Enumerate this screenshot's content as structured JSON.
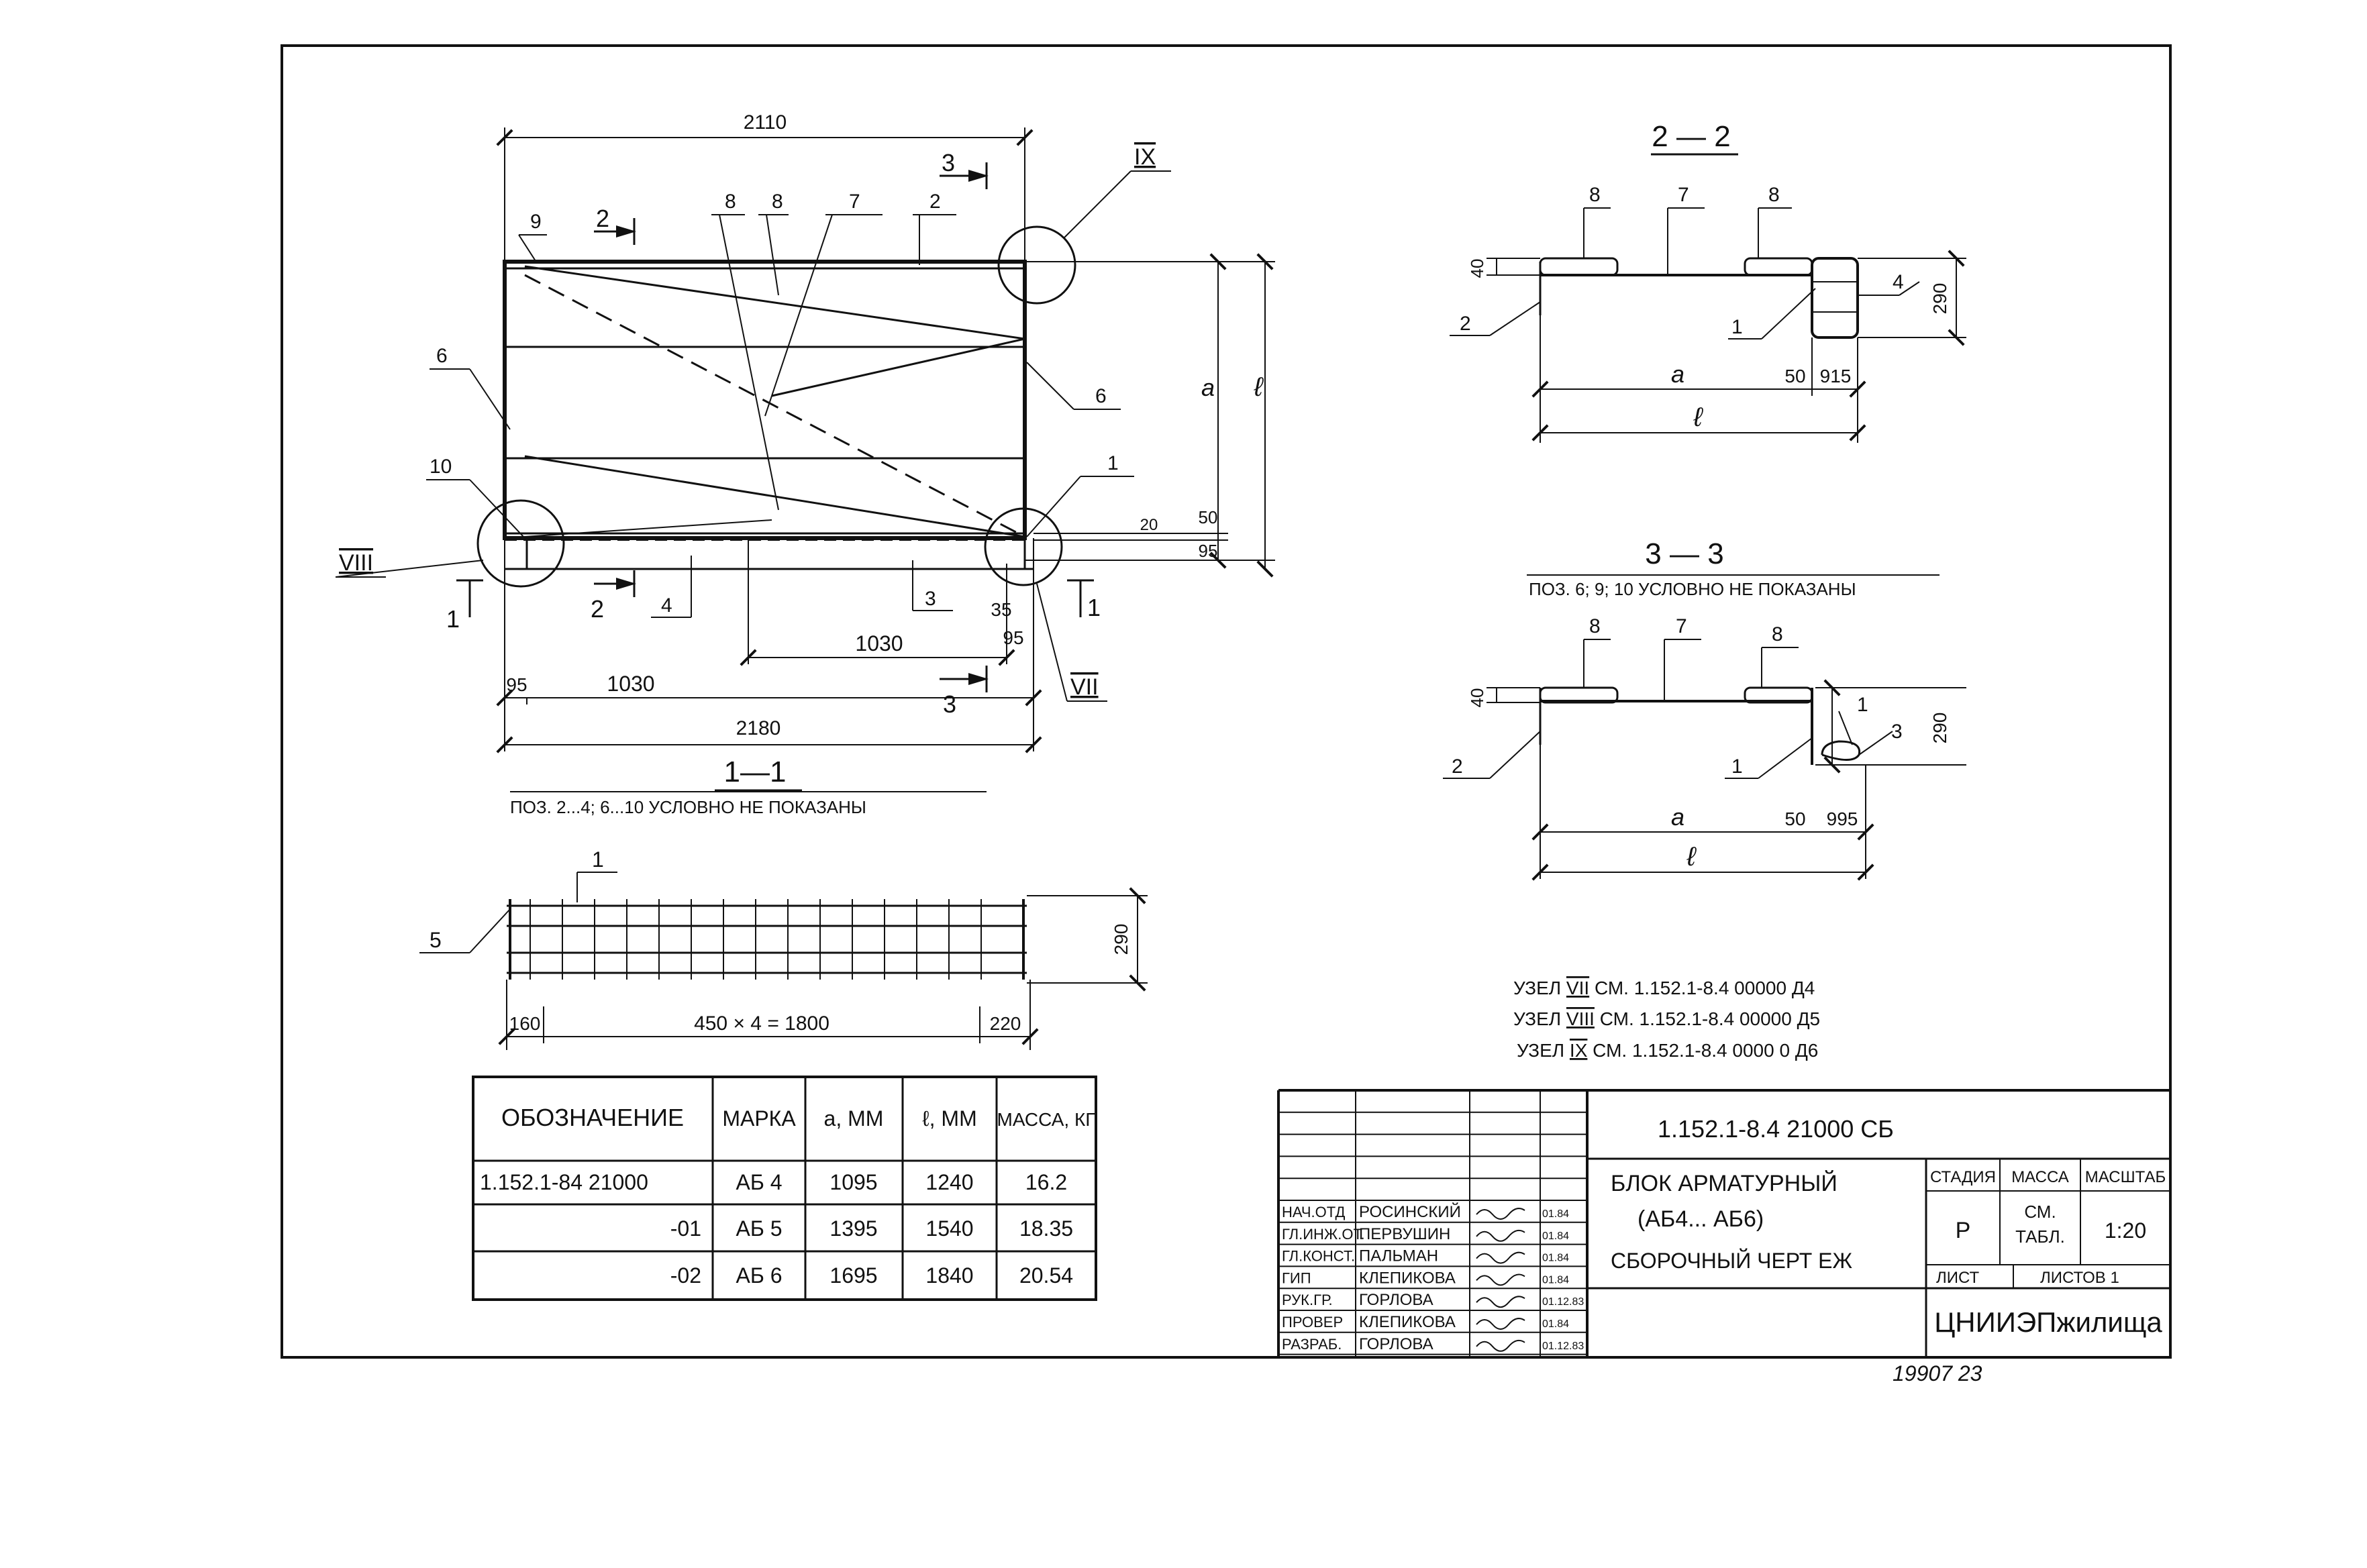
{
  "top_view": {
    "dim_top": "2110",
    "dim_bottom_total": "2180",
    "dim_1030_left": "1030",
    "dim_1030_right": "1030",
    "dim_95_left": "95",
    "dim_95_right": "95",
    "dim_35": "35",
    "dim_a": "a",
    "dim_l": "ℓ",
    "dim_50": "50",
    "dim_95_side": "95",
    "dim_20": "20",
    "node_IX": "IX",
    "node_VIII": "VIII",
    "node_VII": "VII",
    "pos_labels": [
      "9",
      "2",
      "8",
      "8",
      "7",
      "2",
      "6",
      "6",
      "10",
      "1",
      "4",
      "3"
    ],
    "cut_2_top": "2",
    "cut_3_top": "3",
    "cut_2_bottom": "2",
    "cut_3_bottom": "3",
    "cut_1_left": "1",
    "cut_1_right": "1"
  },
  "section_1_1": {
    "title": "1—1",
    "note": "ПОЗ. 2...4; 6...10 УСЛОВНО НЕ ПОКАЗАНЫ",
    "pos_1": "1",
    "pos_5": "5",
    "dim_290": "290",
    "dim_160": "160",
    "dim_mid": "450 × 4 = 1800",
    "dim_220": "220"
  },
  "section_2_2": {
    "title": "2 — 2",
    "labels": [
      "8",
      "7",
      "8",
      "2",
      "1",
      "4"
    ],
    "dim_40": "40",
    "dim_290": "290",
    "dim_a": "a",
    "dim_50": "50",
    "dim_915": "915",
    "dim_l": "ℓ"
  },
  "section_3_3": {
    "title": "3 — 3",
    "note": "ПОЗ. 6; 9; 10 УСЛОВНО НЕ ПОКАЗАНЫ",
    "labels": [
      "8",
      "7",
      "8",
      "2",
      "1",
      "1",
      "3"
    ],
    "dim_40": "40",
    "dim_290": "290",
    "dim_a": "a",
    "dim_50": "50",
    "dim_995": "995",
    "dim_l": "ℓ"
  },
  "node_refs": [
    {
      "label": "УЗЕЛ",
      "node": "VII",
      "text": "СМ. 1.152.1-8.4 00000 Д4"
    },
    {
      "label": "УЗЕЛ",
      "node": "VIII",
      "text": "СМ. 1.152.1-8.4 00000 Д5"
    },
    {
      "label": "УЗЕЛ",
      "node": "IX",
      "text": "СМ. 1.152.1-8.4 0000 0 Д6"
    }
  ],
  "spec_table": {
    "headers": [
      "ОБОЗНАЧЕНИЕ",
      "МАРКА",
      "a, ММ",
      "ℓ, ММ",
      "МАССА, КГ"
    ],
    "rows": [
      [
        "1.152.1-84 21000",
        "АБ 4",
        "1095",
        "1240",
        "16.2"
      ],
      [
        "-01",
        "АБ 5",
        "1395",
        "1540",
        "18.35"
      ],
      [
        "-02",
        "АБ 6",
        "1695",
        "1840",
        "20.54"
      ]
    ]
  },
  "title_block": {
    "code": "1.152.1-8.4   21000 СБ",
    "name_line1": "БЛОК АРМАТУРНЫЙ",
    "name_line2": "(АБ4... АБ6)",
    "name_line3": "СБОРОЧНЫЙ ЧЕРТ ЕЖ",
    "stage_h": "СТАДИЯ",
    "mass_h": "МАССА",
    "scale_h": "МАСШТАБ",
    "stage": "Р",
    "mass_1": "СМ.",
    "mass_2": "ТАБЛ.",
    "scale": "1:20",
    "sheet_h": "ЛИСТ",
    "sheets_h": "ЛИСТОВ 1",
    "org": "ЦНИИЭПжилища",
    "staff": [
      {
        "role": "НАЧ.ОТД",
        "name": "РОСИНСКИЙ",
        "date": "01.84"
      },
      {
        "role": "ГЛ.ИНЖ.ОТ.",
        "name": "ПЕРВУШИН",
        "date": "01.84"
      },
      {
        "role": "ГЛ.КОНСТ.",
        "name": "ПАЛЬМАН",
        "date": "01.84"
      },
      {
        "role": "ГИП",
        "name": "КЛЕПИКОВА",
        "date": "01.84"
      },
      {
        "role": "РУК.ГР.",
        "name": "ГОРЛОВА",
        "date": "01.12.83"
      },
      {
        "role": "ПРОВЕР",
        "name": "КЛЕПИКОВА",
        "date": "01.84"
      },
      {
        "role": "РАЗРАБ.",
        "name": "ГОРЛОВА",
        "date": "01.12.83"
      }
    ]
  },
  "stamp": "19907   23"
}
